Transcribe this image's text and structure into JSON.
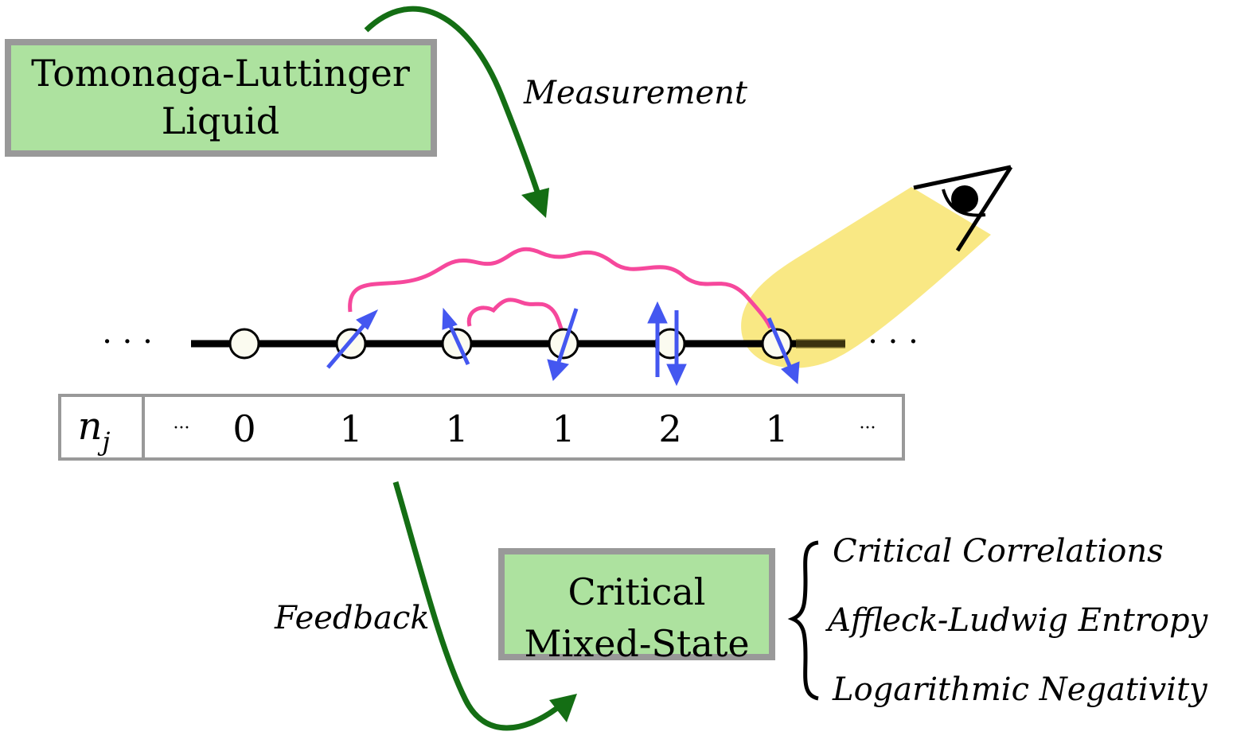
{
  "boxes": {
    "tll": {
      "line1": "Tomonaga-Luttinger",
      "line2": "Liquid",
      "fill": "#ade29f",
      "border": "#999999"
    },
    "critical": {
      "line1": "Critical",
      "line2": "Mixed-State",
      "fill": "#ade29f",
      "border": "#999999"
    }
  },
  "labels": {
    "measurement": "Measurement",
    "feedback": "Feedback",
    "ellipsis": "· · ·"
  },
  "properties": [
    "Critical Correlations",
    "Affleck-Ludwig Entropy",
    "Logarithmic Negativity"
  ],
  "occupation_table": {
    "header": "n",
    "header_sub": "j",
    "left_dots": "···",
    "right_dots": "···",
    "values": [
      "0",
      "1",
      "1",
      "1",
      "2",
      "1"
    ]
  },
  "colors": {
    "arrow_green": "#146e14",
    "spin_blue": "#4457f0",
    "link_pink": "#f6489c",
    "spotlight_yellow": "#f9e67a",
    "chain_black": "#000000"
  },
  "icons": {
    "observer": "eye-icon"
  }
}
